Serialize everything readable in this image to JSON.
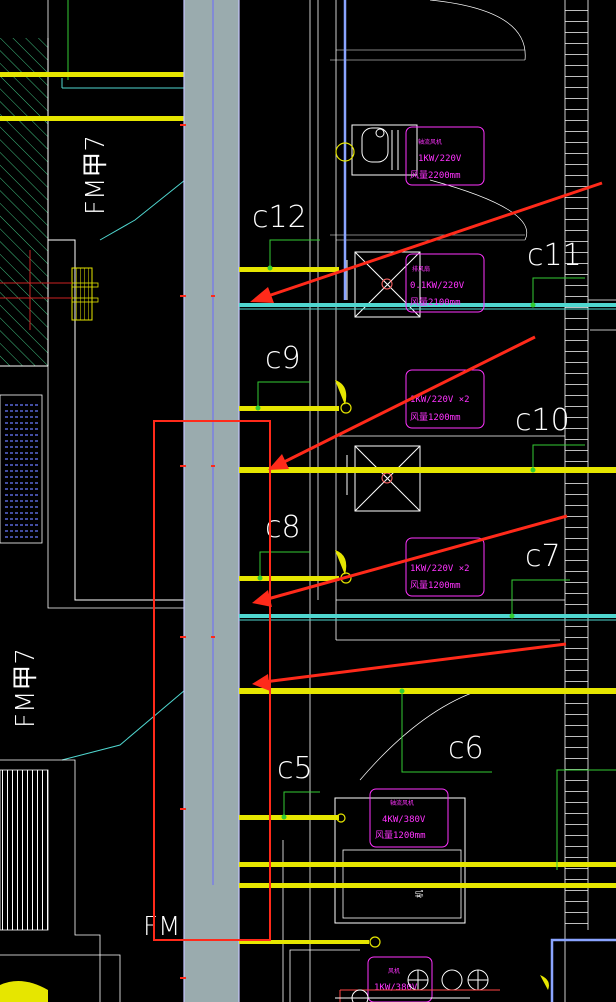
{
  "labels": {
    "fm7_top": "FM甲7",
    "fm7_mid": "FM甲7",
    "fm_bottom": "FM ",
    "c12": "c12",
    "c11": "c11",
    "c10": "c10",
    "c9": "c9",
    "c8": "c8",
    "c7": "c7",
    "c6": "c6",
    "c5": "c5"
  },
  "boxes": [
    {
      "title": "轴流风机",
      "l1": "1KW/220V",
      "l2": "风量2200mm"
    },
    {
      "title": "排风扇",
      "l1": "0.1KW/220V",
      "l2": "风量2100mm"
    },
    {
      "title": "",
      "l1": "1KW/220V ×2",
      "l2": "风量1200mm"
    },
    {
      "title": "",
      "l1": "1KW/220V ×2",
      "l2": "风量1200mm"
    },
    {
      "title": "轴流风机",
      "l1": "4KW/380V",
      "l2": "风量1200mm"
    },
    {
      "title": "风机",
      "l1": "1KW/380V",
      "l2": ""
    }
  ],
  "colors": {
    "background": "#000000",
    "column": "#9aabae",
    "duct_yellow": "#e6e600",
    "duct_cyan": "#4fd6cf",
    "annotation_red": "#ff2a1a",
    "spec_magenta": "#ff33ff",
    "leader_green": "#33cc33"
  }
}
